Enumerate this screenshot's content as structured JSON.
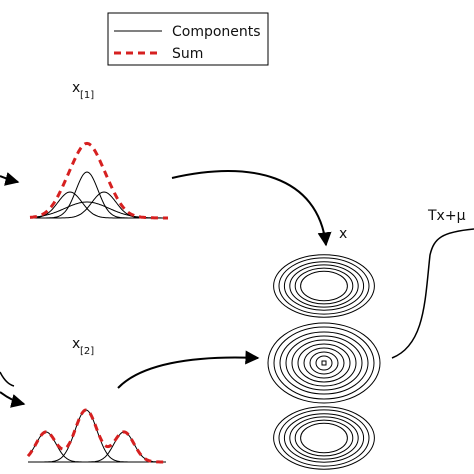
{
  "legend": {
    "items": [
      {
        "label": "Components",
        "style": "solid",
        "color": "#000000"
      },
      {
        "label": "Sum",
        "style": "dashed",
        "color": "#d62020"
      }
    ]
  },
  "labels": {
    "x1_base": "x",
    "x1_sub": "[1]",
    "x2_base": "x",
    "x2_sub": "[2]",
    "x": "x",
    "transform": "Tx+μ"
  },
  "colors": {
    "components": "#000000",
    "sum": "#d62020",
    "arrow": "#000000"
  }
}
